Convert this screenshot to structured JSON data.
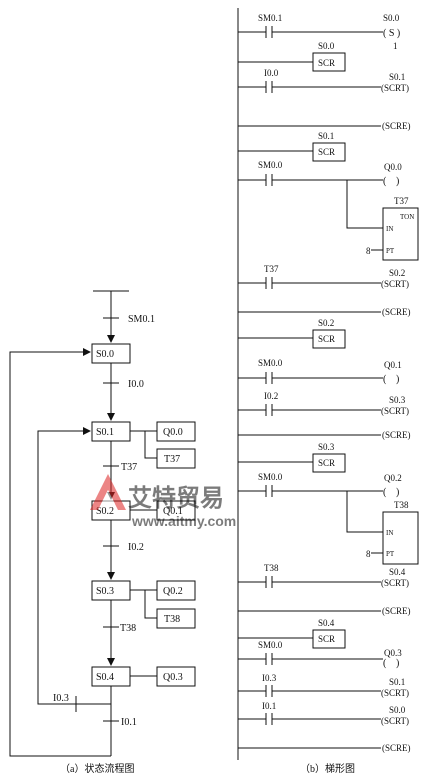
{
  "sfc": {
    "entry": "SM0.1",
    "steps": [
      {
        "name": "S0.0"
      },
      {
        "name": "S0.1",
        "outputs": [
          "Q0.0",
          "T37"
        ]
      },
      {
        "name": "S0.2",
        "outputs": [
          "Q0.1"
        ]
      },
      {
        "name": "S0.3",
        "outputs": [
          "Q0.2",
          "T38"
        ]
      },
      {
        "name": "S0.4",
        "outputs": [
          "Q0.3"
        ]
      }
    ],
    "transitions": [
      "I0.0",
      "T37",
      "I0.2",
      "T38",
      "I0.1",
      "I0.3"
    ],
    "caption": "（a）状态流程图"
  },
  "ladder": {
    "caption": "（b）梯形图",
    "scrt": "(SCRT)",
    "scre": "(SCRE)",
    "scr": "SCR",
    "coil_open": "(",
    "coil_close": ")",
    "set_coil": "( S )",
    "set_count": "1",
    "timer_in": "IN",
    "timer_pt": "PT",
    "timer_type": "TON",
    "contacts": [
      "SM0.1",
      "I0.0",
      "SM0.0",
      "T37",
      "SM0.0",
      "I0.2",
      "SM0.0",
      "T38",
      "SM0.0",
      "I0.3",
      "I0.1"
    ],
    "coils": [
      "S0.0",
      "S0.1",
      "Q0.0",
      "S0.2",
      "Q0.1",
      "S0.3",
      "Q0.2",
      "S0.4",
      "Q0.3",
      "S0.1",
      "S0.0"
    ],
    "scr_bits": [
      "S0.0",
      "S0.1",
      "S0.2",
      "S0.3",
      "S0.4"
    ],
    "timers": [
      {
        "name": "T37",
        "preset": "8"
      },
      {
        "name": "T38",
        "preset": "8"
      }
    ]
  },
  "watermark": {
    "brand": "艾特贸易",
    "url": "www.aitmy.com"
  }
}
